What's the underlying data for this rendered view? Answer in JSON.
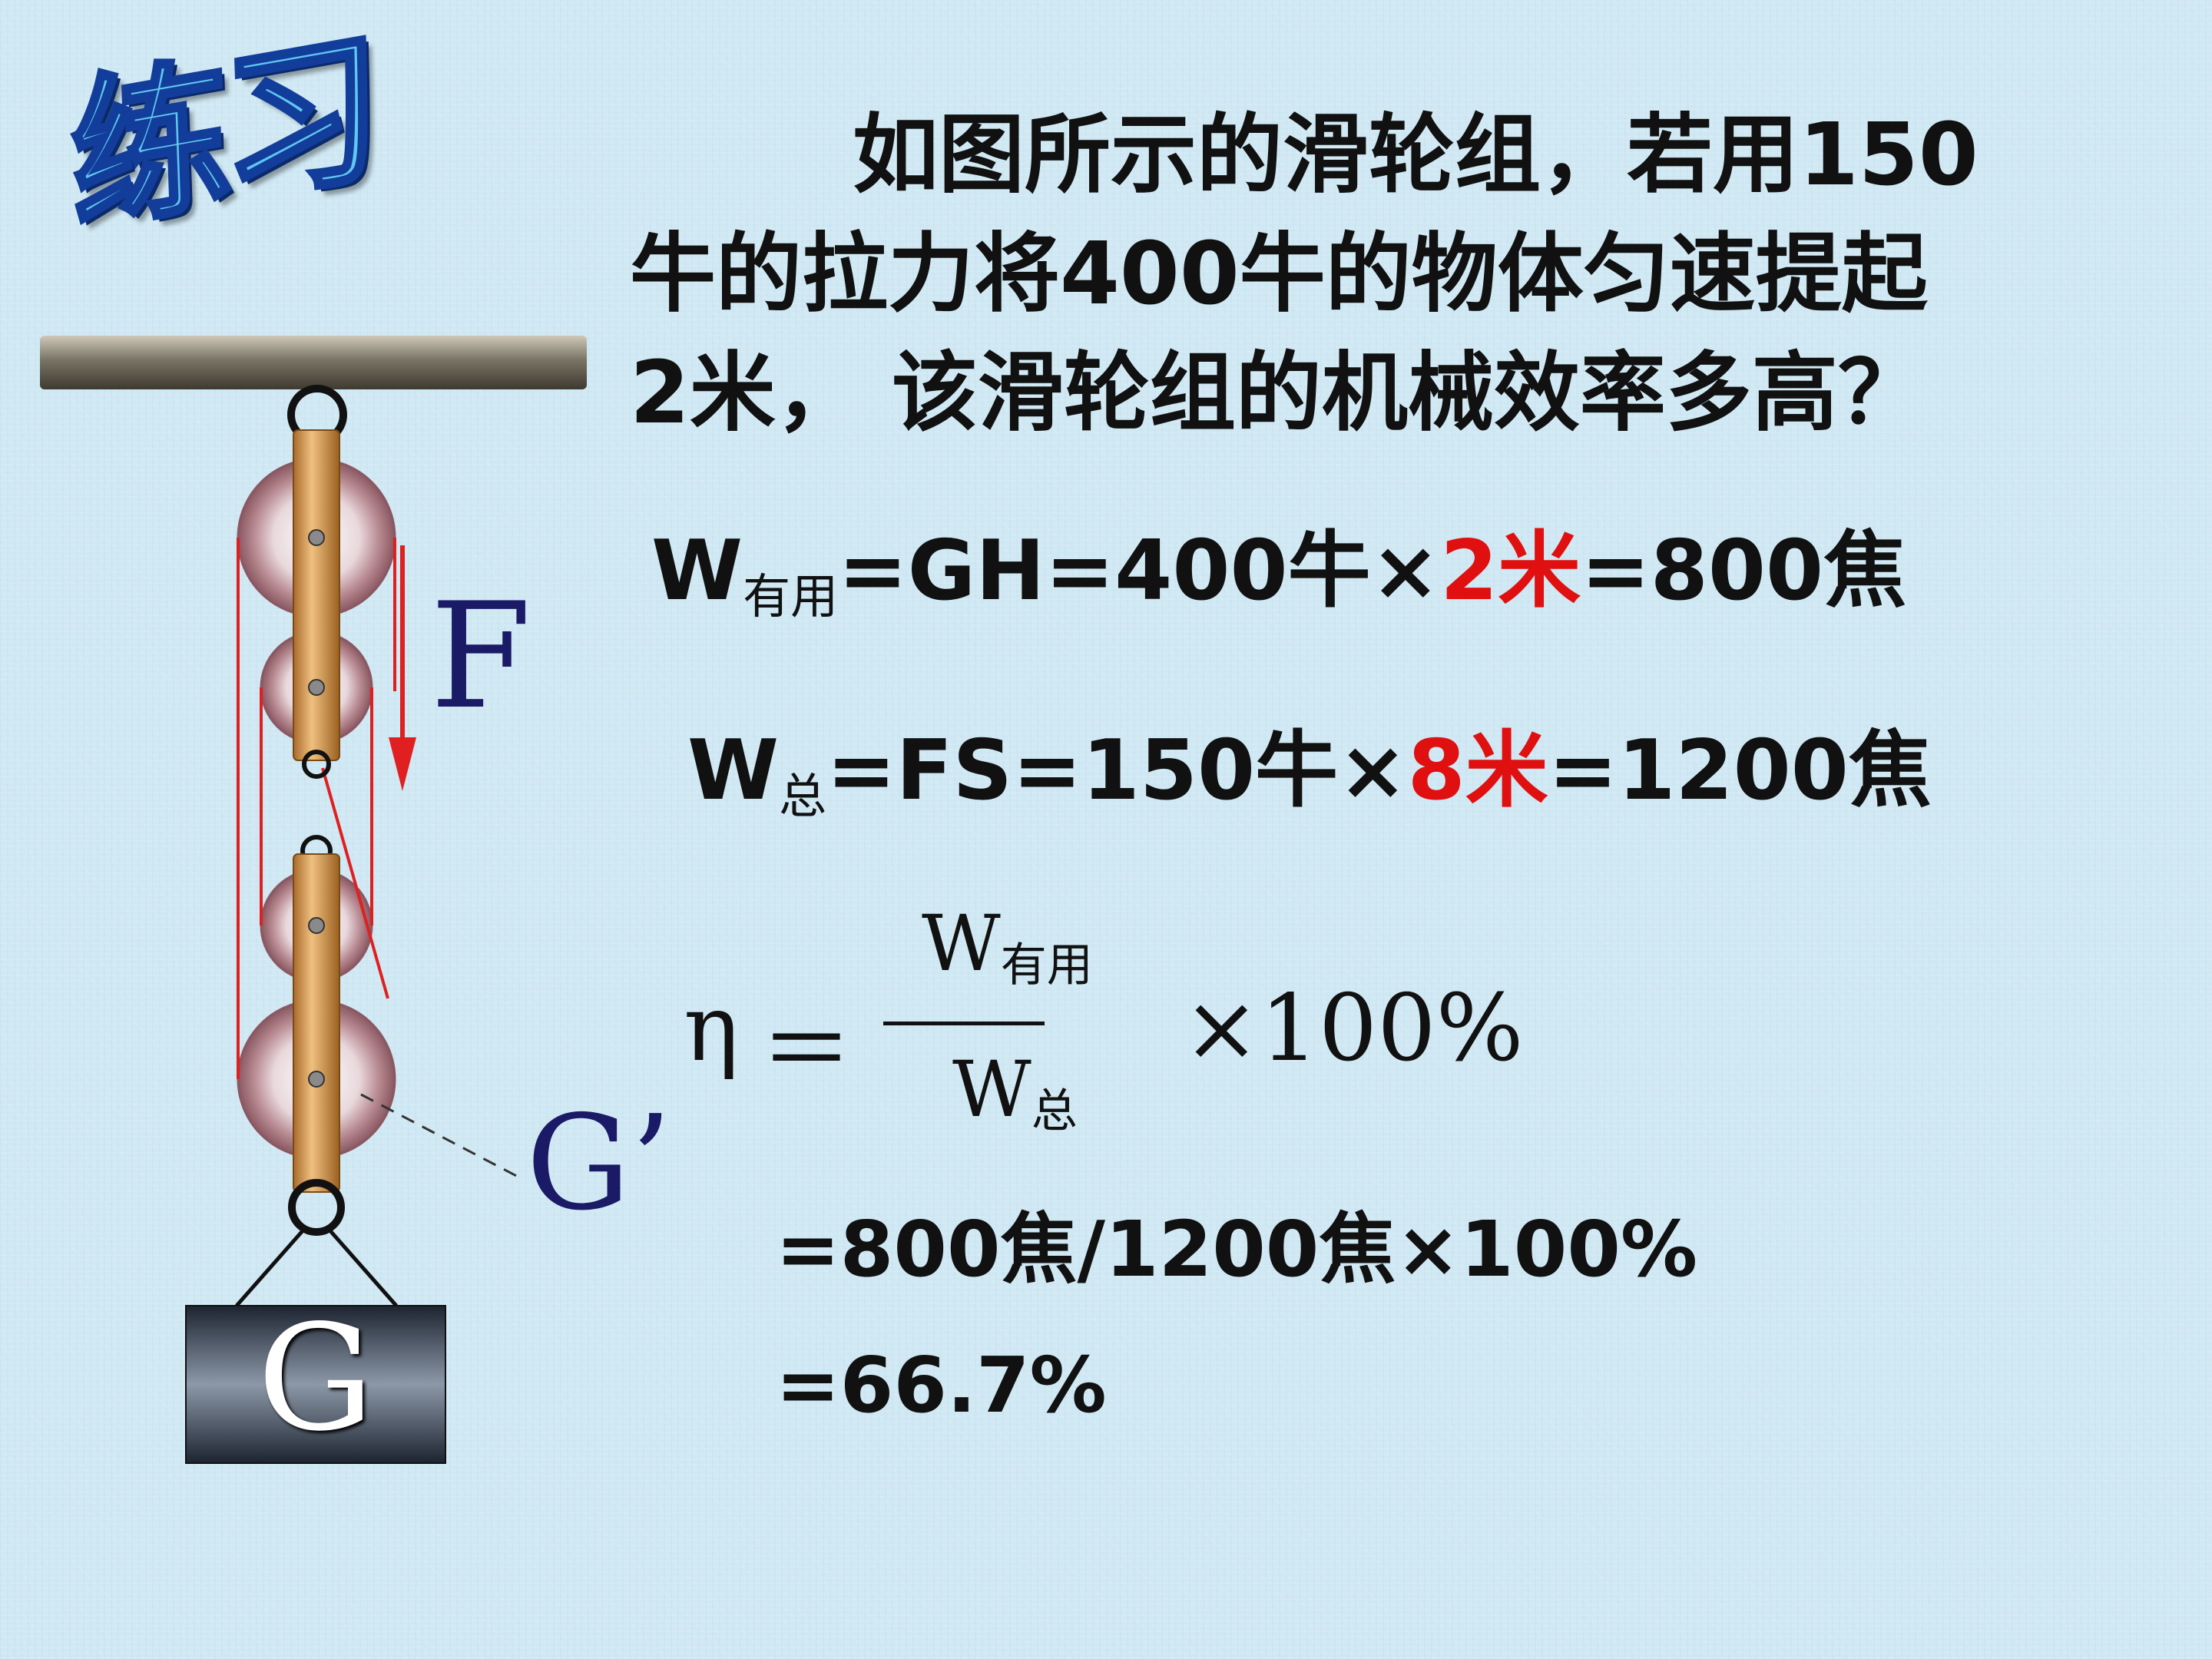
{
  "title": "练习",
  "question": {
    "lines": [
      "如图所示的滑轮组，若用150",
      "牛的拉力将400牛的物体匀速提起",
      "2米， 该滑轮组的机械效率多高？"
    ]
  },
  "equations": {
    "useful": {
      "w": "W",
      "sub": "有用",
      "mid": "=GH=400牛×",
      "red": "2米",
      "end": "=800焦"
    },
    "total": {
      "w": "W",
      "sub": "总",
      "mid": "=FS=150牛×",
      "red": "8米",
      "end": "=1200焦"
    },
    "efficiency": {
      "eta": "η",
      "equals": "＝",
      "num_w": "W",
      "num_sub": "有用",
      "den_w": "W",
      "den_sub": "总",
      "times": "×100%"
    },
    "step1": "=800焦/1200焦×100%",
    "step2": "=66.7%"
  },
  "diagram": {
    "force_label": "F",
    "pulley_label": "G’",
    "weight_label": "G"
  },
  "colors": {
    "highlight": "#e01010",
    "rope": "#e02020",
    "title_fill": "#5fc7f0",
    "title_stroke": "#123d9a"
  }
}
